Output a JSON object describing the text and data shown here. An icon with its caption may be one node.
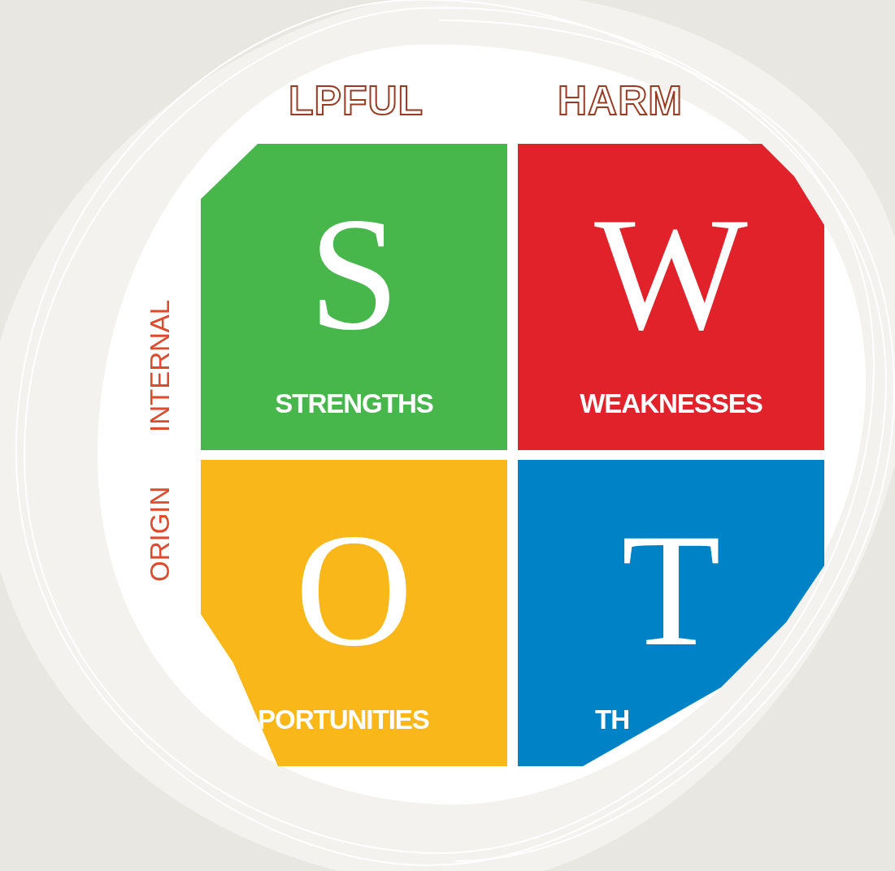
{
  "diagram": {
    "nodes": [
      {
        "text": [
          "S",
          "STRENGTHS"
        ]
      },
      {
        "text": [
          "W",
          "WEAKNESSES"
        ]
      },
      {
        "text": [
          "O",
          "PORTUNITIES"
        ]
      },
      {
        "text": [
          "T",
          "TH"
        ]
      }
    ],
    "labels": [
      "LPFUL",
      "HARM",
      "INTERNAL",
      "ORIGIN"
    ]
  }
}
